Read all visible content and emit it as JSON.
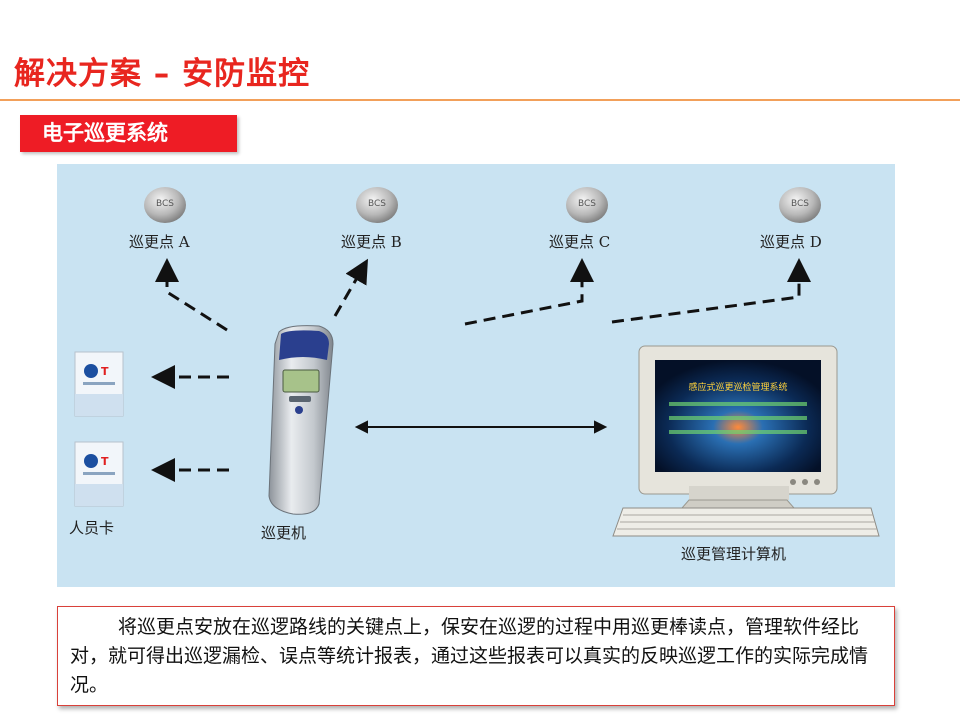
{
  "header": {
    "title": "解决方案 – 安防监控",
    "section_tag": "电子巡更系统"
  },
  "diagram": {
    "checkpoints": [
      {
        "label": "巡更点 A",
        "badge": "BCS"
      },
      {
        "label": "巡更点 B",
        "badge": "BCS"
      },
      {
        "label": "巡更点 C",
        "badge": "BCS"
      },
      {
        "label": "巡更点 D",
        "badge": "BCS"
      }
    ],
    "card_label": "人员卡",
    "card_logo": "OT",
    "device_label": "巡更机",
    "computer_label": "巡更管理计算机",
    "screen_title": "感应式巡更巡检管理系统"
  },
  "description": "将巡更点安放在巡逻路线的关键点上，保安在巡逻的过程中用巡更棒读点，管理软件经比对，就可得出巡逻漏检、误点等统计报表，通过这些报表可以真实的反映巡逻工作的实际完成情况。",
  "colors": {
    "title_red": "#e8261f",
    "tag_red": "#ee1c25",
    "rule_orange": "#f2a05a",
    "diagram_bg": "#c9e3f2"
  }
}
